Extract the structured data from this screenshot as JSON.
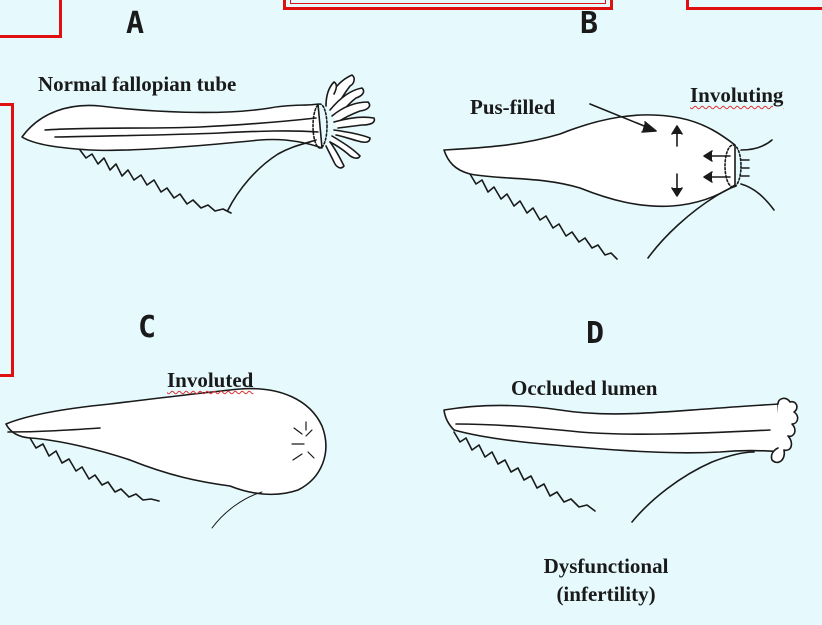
{
  "panels": {
    "a": {
      "letter": "A",
      "label": "Normal fallopian tube"
    },
    "b": {
      "letter": "B",
      "label_left": "Pus-filled",
      "label_right": "Involuting"
    },
    "c": {
      "letter": "C",
      "label": "Involuted"
    },
    "d": {
      "letter": "D",
      "label": "Occluded lumen",
      "caption_line1": "Dysfunctional",
      "caption_line2": "(infertility)"
    }
  },
  "colors": {
    "background": "#e6fafd",
    "frame": "#e01010",
    "stroke": "#1a1a1a"
  }
}
